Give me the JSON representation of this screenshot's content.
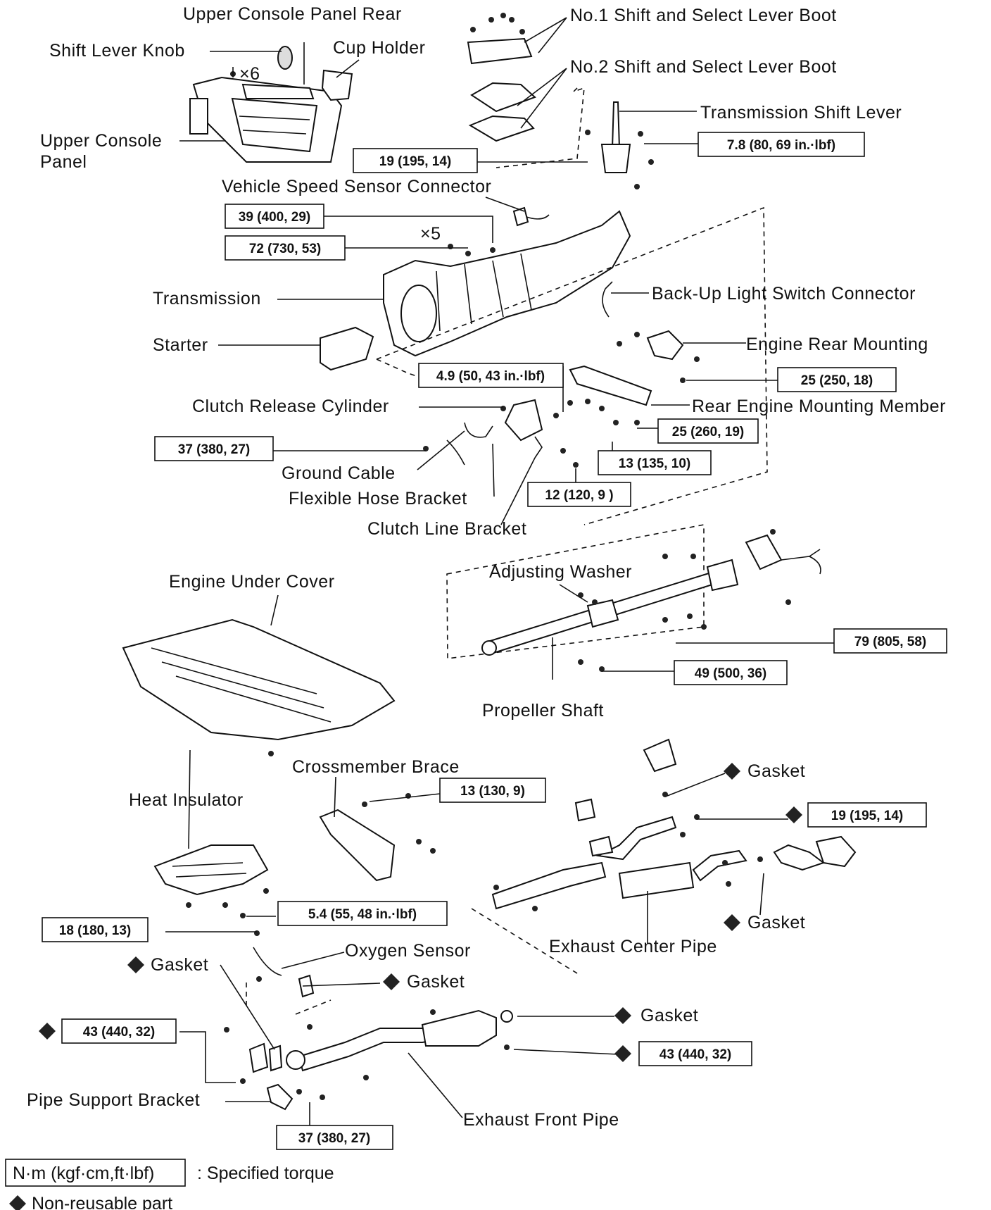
{
  "labels": {
    "upper_console_panel_rear": "Upper Console Panel Rear",
    "shift_lever_knob": "Shift Lever Knob",
    "cup_holder": "Cup Holder",
    "x6": "×6",
    "upper_console_panel_1": "Upper Console",
    "upper_console_panel_2": "Panel",
    "no1_boot": "No.1 Shift and Select Lever Boot",
    "no2_boot": "No.2 Shift and Select Lever Boot",
    "transmission_shift_lever": "Transmission Shift Lever",
    "vehicle_speed_sensor": "Vehicle Speed Sensor Connector",
    "x5": "×5",
    "transmission": "Transmission",
    "backup_light_switch": "Back-Up Light Switch Connector",
    "starter": "Starter",
    "engine_rear_mounting": "Engine Rear Mounting",
    "clutch_release_cylinder": "Clutch Release Cylinder",
    "rear_engine_mounting_member": "Rear Engine Mounting Member",
    "ground_cable": "Ground Cable",
    "flexible_hose_bracket": "Flexible Hose Bracket",
    "clutch_line_bracket": "Clutch Line Bracket",
    "engine_under_cover": "Engine Under Cover",
    "adjusting_washer": "Adjusting Washer",
    "propeller_shaft": "Propeller Shaft",
    "crossmember_brace": "Crossmember Brace",
    "heat_insulator": "Heat Insulator",
    "gasket": "Gasket",
    "exhaust_center_pipe": "Exhaust Center Pipe",
    "oxygen_sensor": "Oxygen Sensor",
    "pipe_support_bracket": "Pipe Support Bracket",
    "exhaust_front_pipe": "Exhaust Front Pipe"
  },
  "torques": {
    "t19_a": "19 (195, 14)",
    "t78": "7.8 (80, 69 in.·lbf)",
    "t39": "39 (400, 29)",
    "t72": "72 (730, 53)",
    "t49a": "4.9 (50, 43 in.·lbf)",
    "t25a": "25 (250, 18)",
    "t25b": "25 (260, 19)",
    "t37a": "37 (380, 27)",
    "t13a": "13 (135, 10)",
    "t12": "12 (120, 9 )",
    "t79": "79 (805, 58)",
    "t49b": "49 (500, 36)",
    "t13b": "13 (130, 9)",
    "t19b": "19 (195, 14)",
    "t54": "5.4 (55, 48 in.·lbf)",
    "t18": "18 (180, 13)",
    "t43a": "43 (440, 32)",
    "t43b": "43 (440, 32)",
    "t37b": "37 (380, 27)"
  },
  "legend": {
    "unit_box": "N·m (kgf·cm,ft·lbf)",
    "unit_desc": ": Specified torque",
    "nonreusable": "Non-reusable part"
  },
  "colors": {
    "ink": "#111111",
    "paper": "#ffffff"
  }
}
